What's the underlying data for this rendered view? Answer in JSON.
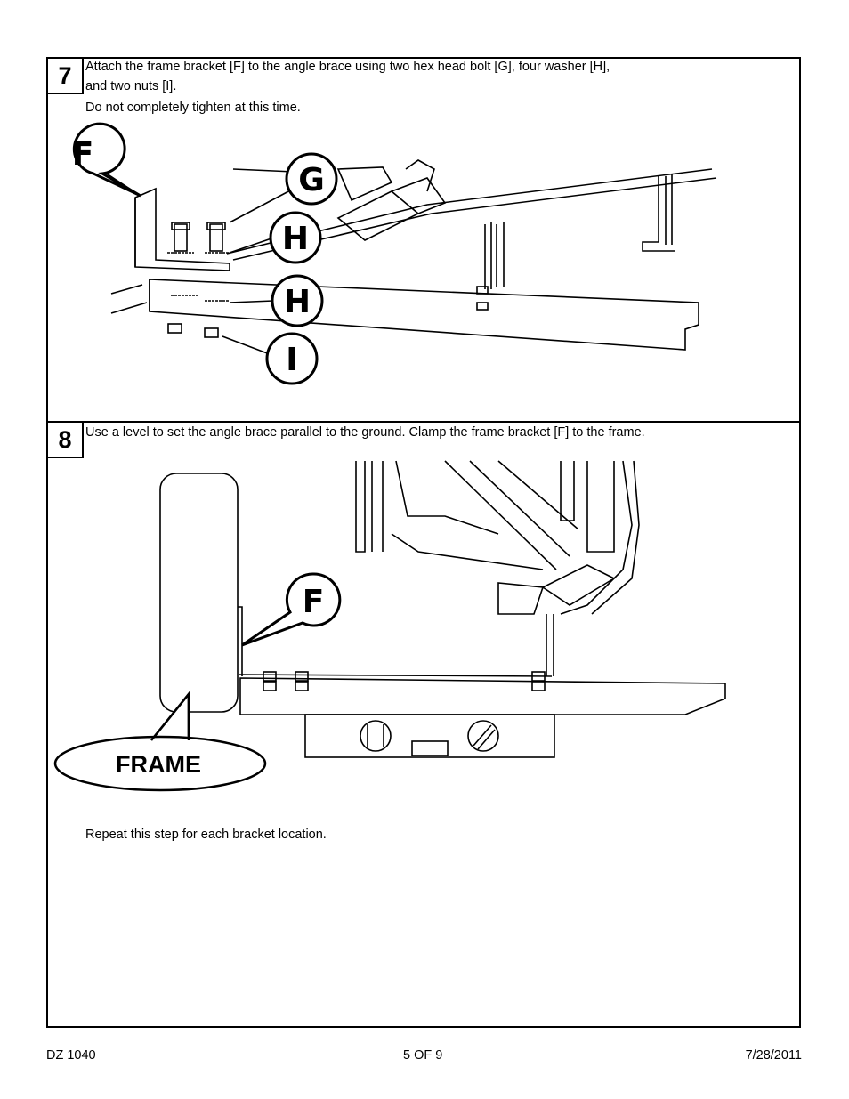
{
  "steps": [
    {
      "number": "7",
      "lines": [
        "Attach the frame bracket [F] to the angle brace using two hex head bolt [G], four washer [H],",
        "and two nuts [I].",
        "Do not completely tighten at this time."
      ],
      "callouts": [
        "F",
        "G",
        "H",
        "H",
        "I"
      ]
    },
    {
      "number": "8",
      "lines": [
        "Use a level to set the angle brace parallel to the ground.  Clamp the frame bracket [F] to the frame."
      ],
      "callouts": [
        "F"
      ],
      "frame_label": "FRAME",
      "note": "Repeat this step for each bracket location."
    }
  ],
  "footer": {
    "left": "DZ 1040",
    "center": "5 OF 9",
    "right": "7/28/2011"
  }
}
